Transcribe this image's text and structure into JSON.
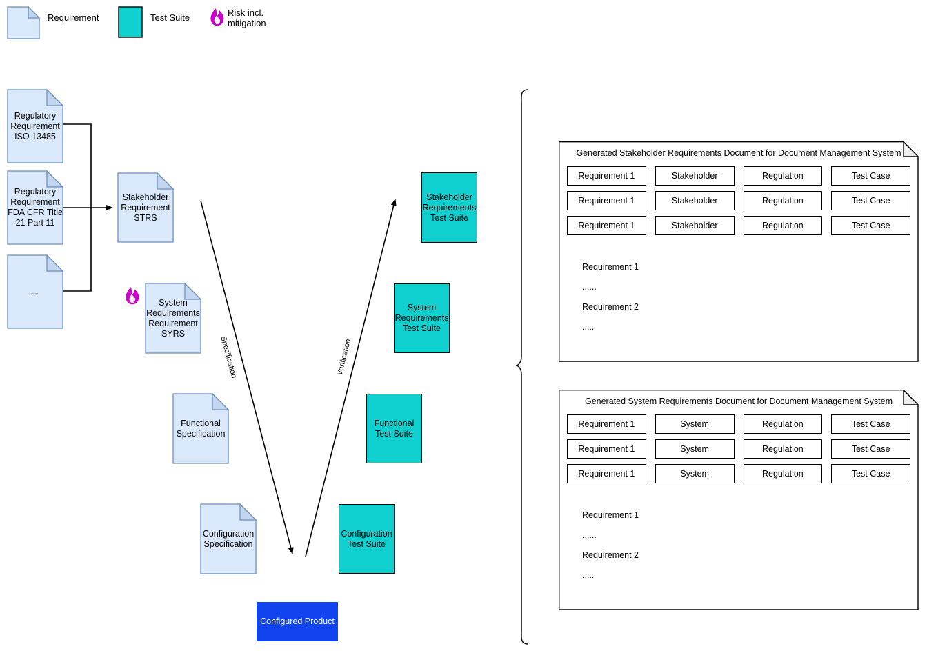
{
  "legend": {
    "items": [
      {
        "icon": "document-icon",
        "label": "Requirement",
        "color": "#DAE8FC"
      },
      {
        "icon": "square-icon",
        "label": "Test Suite",
        "color": "#0FCFCF"
      },
      {
        "icon": "flame-icon",
        "label": "Risk incl.\nmitigation",
        "color": "#CC00CC"
      }
    ]
  },
  "vmodel": {
    "left_inputs": [
      {
        "label": "Regulatory\nRequirement\nISO 13485"
      },
      {
        "label": "Regulatory\nRequirement\nFDA CFR Title\n21 Part 11"
      },
      {
        "label": "..."
      }
    ],
    "specs": [
      {
        "label": "Stakeholder\nRequirement\nSTRS"
      },
      {
        "label": "System\nRequirements\nRequirement\nSYRS"
      },
      {
        "label": "Functional\nSpecification"
      },
      {
        "label": "Configuration\nSpecification"
      }
    ],
    "suites": [
      {
        "label": "Stakeholder\nRequirements\nTest Suite"
      },
      {
        "label": "System\nRequirements\nTest Suite"
      },
      {
        "label": "Functional\nTest Suite"
      },
      {
        "label": "Configuration\nTest Suite"
      }
    ],
    "product": {
      "label": "Configured Product",
      "color": "#1144EE"
    },
    "edge_labels": {
      "specification": "Specification",
      "verification": "Verification"
    },
    "risk_marker": "flame-icon"
  },
  "generated_documents": [
    {
      "title": "Generated Stakeholder Requirements Document for Document Management System",
      "rows": [
        [
          "Requirement 1",
          "Stakeholder",
          "Regulation",
          "Test Case"
        ],
        [
          "Requirement 1",
          "Stakeholder",
          "Regulation",
          "Test Case"
        ],
        [
          "Requirement 1",
          "Stakeholder",
          "Regulation",
          "Test Case"
        ]
      ],
      "body": [
        "Requirement 1",
        "......",
        "Requirement 2",
        "....."
      ]
    },
    {
      "title": "Generated System Requirements Document for Document Management System",
      "rows": [
        [
          "Requirement 1",
          "System",
          "Regulation",
          "Test Case"
        ],
        [
          "Requirement 1",
          "System",
          "Regulation",
          "Test Case"
        ],
        [
          "Requirement 1",
          "System",
          "Regulation",
          "Test Case"
        ]
      ],
      "body": [
        "Requirement 1",
        "......",
        "Requirement 2",
        "....."
      ]
    }
  ],
  "colors": {
    "requirement_fill": "#DAE8FC",
    "requirement_stroke": "#6C8EBF",
    "fold_fill": "#C3D6EF",
    "test_suite_fill": "#0FCFCF",
    "product_fill": "#1144EE",
    "risk": "#CC00CC",
    "line": "#000000"
  }
}
